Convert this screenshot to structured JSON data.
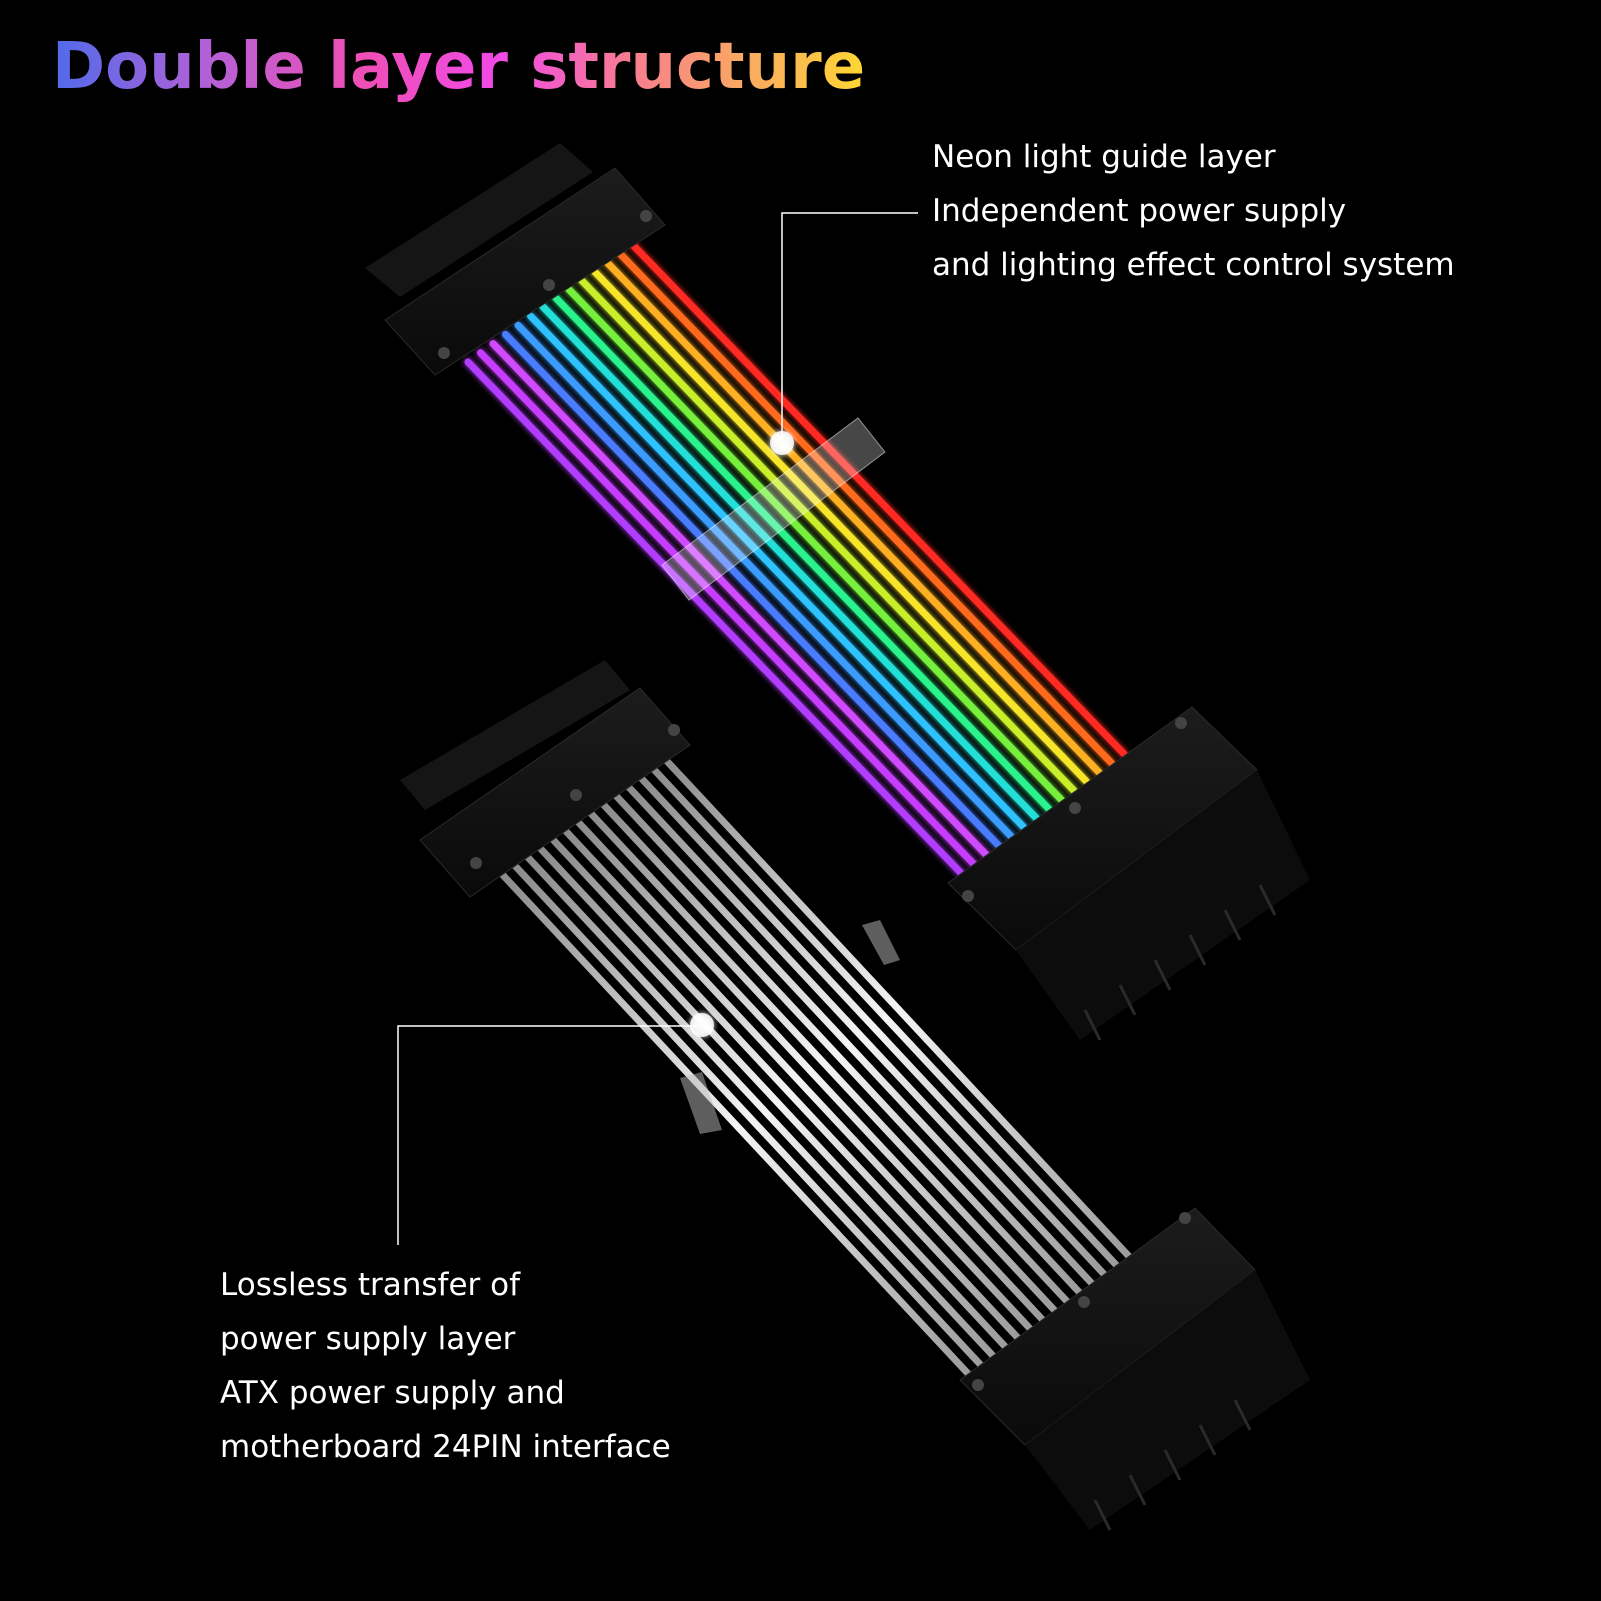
{
  "heading": "Double layer structure",
  "callouts": {
    "neon_layer": {
      "lines": [
        "Neon light guide layer",
        "Independent power supply",
        "and lighting effect control system"
      ]
    },
    "power_layer": {
      "lines": [
        "Lossless transfer of",
        "power supply layer",
        "ATX power supply and",
        "motherboard 24PIN interface"
      ]
    }
  },
  "colors": {
    "background": "#000000",
    "callout_line": "#ffffff",
    "neon_strands": [
      "#b23cff",
      "#c63cff",
      "#d04cff",
      "#4a7bff",
      "#3a9bff",
      "#2ec2ff",
      "#24e0d8",
      "#2bf28c",
      "#76f03c",
      "#c8ef2c",
      "#f7e52a",
      "#ffb021",
      "#ff6a1a",
      "#ff2a24"
    ],
    "silver_strand": "#e6e6e6",
    "connector": "#0f0f0f"
  }
}
